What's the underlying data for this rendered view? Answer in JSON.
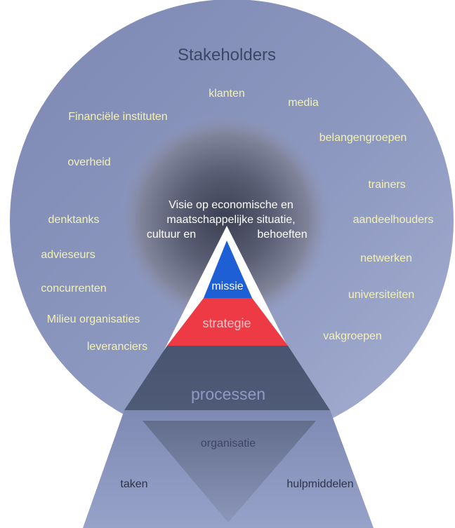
{
  "title": "Stakeholders",
  "stakeholders_left": [
    "Financiële instituten",
    "overheid",
    "denktanks",
    "advieseurs",
    "concurrenten",
    "Milieu organisaties",
    "leveranciers"
  ],
  "stakeholders_top": [
    "klanten",
    "media"
  ],
  "stakeholders_right": [
    "belangengroepen",
    "trainers",
    "aandeelhouders",
    "netwerken",
    "universiteiten",
    "vakgroepen"
  ],
  "vision": {
    "line1": "Visie op economische en",
    "line2": "maatschappelijke situatie,",
    "line3_left": "cultuur en",
    "line3_right": "behoeften"
  },
  "pyramid": {
    "mission": "missie",
    "strategy": "strategie",
    "processes": "processen",
    "organisation": "organisatie",
    "tasks": "taken",
    "resources": "hulpmiddelen"
  },
  "colors": {
    "outer_circle": "#8e99c1",
    "stakeholder_text": "#f3f2b4",
    "mission": "#1f5fd6",
    "strategy": "#ee3a45",
    "processes_band": "#4c5772",
    "processes_text": "#8e9ac4"
  }
}
